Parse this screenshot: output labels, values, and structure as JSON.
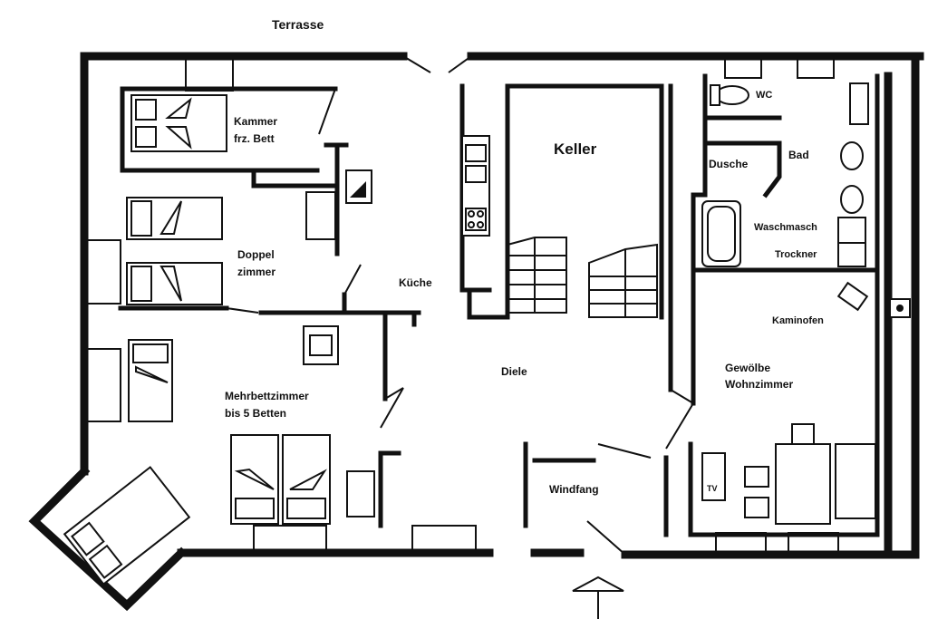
{
  "title": "",
  "rooms": {
    "terrasse": "Terrasse",
    "kammer_line1": "Kammer",
    "kammer_line2": "frz. Bett",
    "doppel_line1": "Doppel",
    "doppel_line2": "zimmer",
    "kueche": "Küche",
    "keller": "Keller",
    "wc": "WC",
    "dusche": "Dusche",
    "bad": "Bad",
    "waschmasch": "Waschmasch",
    "trockner": "Trockner",
    "kaminofen": "Kaminofen",
    "diele": "Diele",
    "gewoelbe_line1": "Gewölbe",
    "gewoelbe_line2": "Wohnzimmer",
    "mehrbett_line1": "Mehrbettzimmer",
    "mehrbett_line2": "bis 5 Betten",
    "windfang": "Windfang",
    "tv": "TV"
  },
  "colors": {
    "ink": "#111111",
    "paper": "#ffffff"
  },
  "icons": {
    "entrance": "entrance-arrow-icon"
  }
}
